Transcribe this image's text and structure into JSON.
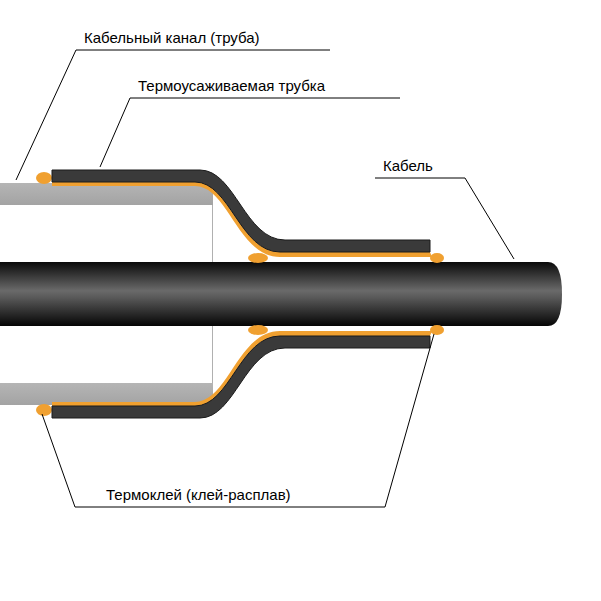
{
  "diagram": {
    "labels": [
      "Кабельный канал (труба)",
      "Термоусаживаемая трубка",
      "Кабель",
      "Термоклей (клей-расплав)"
    ]
  }
}
